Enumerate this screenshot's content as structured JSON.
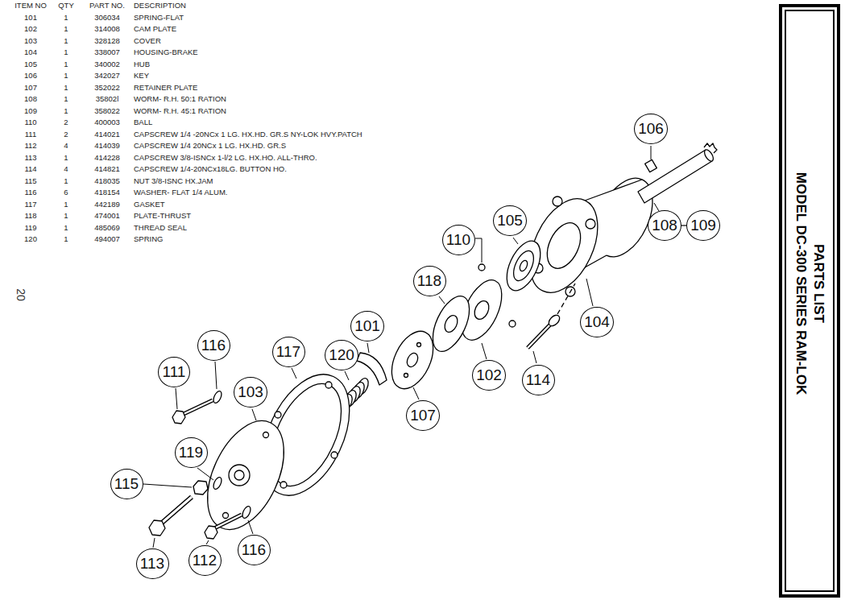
{
  "diagram": {
    "nodes": [
      {
        "text": [
          "PARTS LIST",
          "MODEL DC-300 SERIES RAM-LOK"
        ]
      },
      {
        "text": [
          "106"
        ]
      },
      {
        "text": [
          "108"
        ]
      },
      {
        "text": [
          "109"
        ]
      },
      {
        "text": [
          "105"
        ]
      },
      {
        "text": [
          "110"
        ]
      },
      {
        "text": [
          "118"
        ]
      },
      {
        "text": [
          "104"
        ]
      },
      {
        "text": [
          "101"
        ]
      },
      {
        "text": [
          "102"
        ]
      },
      {
        "text": [
          "114"
        ]
      },
      {
        "text": [
          "107"
        ]
      },
      {
        "text": [
          "117"
        ]
      },
      {
        "text": [
          "120"
        ]
      },
      {
        "text": [
          "116"
        ]
      },
      {
        "text": [
          "111"
        ]
      },
      {
        "text": [
          "103"
        ]
      },
      {
        "text": [
          "119"
        ]
      },
      {
        "text": [
          "115"
        ]
      },
      {
        "text": [
          "113"
        ]
      },
      {
        "text": [
          "112"
        ]
      },
      {
        "text": [
          "116"
        ]
      }
    ],
    "edges": [
      {
        "from": 2,
        "to": 3,
        "arrow": "none"
      }
    ],
    "labels": [
      "ITEM NO",
      "QTY",
      "PART NO.",
      "DESCRIPTION",
      "101",
      "1",
      "306034",
      "SPRING-FLAT",
      "102",
      "1",
      "314008",
      "CAM PLATE",
      "103",
      "1",
      "328128",
      "COVER",
      "104",
      "1",
      "338007",
      "HOUSING-BRAKE",
      "105",
      "1",
      "340002",
      "HUB",
      "106",
      "1",
      "342027",
      "KEY",
      "107",
      "1",
      "352022",
      "RETAINER PLATE",
      "108",
      "1",
      "35802l",
      "WORM- R.H. 50:1 RATION",
      "109",
      "1",
      "358022",
      "WORM- R.H. 45:1 RATION",
      "110",
      "2",
      "400003",
      "BALL",
      "111",
      "2",
      "414021",
      "CAPSCREW 1/4 -20NCx 1 LG. HX.HD. GR.S NY-LOK HVY.PATCH",
      "112",
      "4",
      "414039",
      "CAPSCREW 1/4 20NCx 1 LG. HX.HD. GR.S",
      "113",
      "1",
      "414228",
      "CAPSCREW 3/8-ISNCx 1-l/2 LG. HX.HO. ALL-THRO.",
      "114",
      "4",
      "414821",
      "CAPSCREW 1/4-20NCx18LG. BUTTON HO.",
      "115",
      "1",
      "418035",
      "NUT 3/8-ISNC HX.JAM",
      "116",
      "6",
      "418154",
      "WASHER- FLAT 1/4 ALUM.",
      "117",
      "1",
      "442189",
      "GASKET",
      "118",
      "1",
      "474001",
      "PLATE-THRUST",
      "119",
      "1",
      "485069",
      "THREAD SEAL",
      "120",
      "1",
      "494007",
      "SPRING",
      "20"
    ]
  }
}
